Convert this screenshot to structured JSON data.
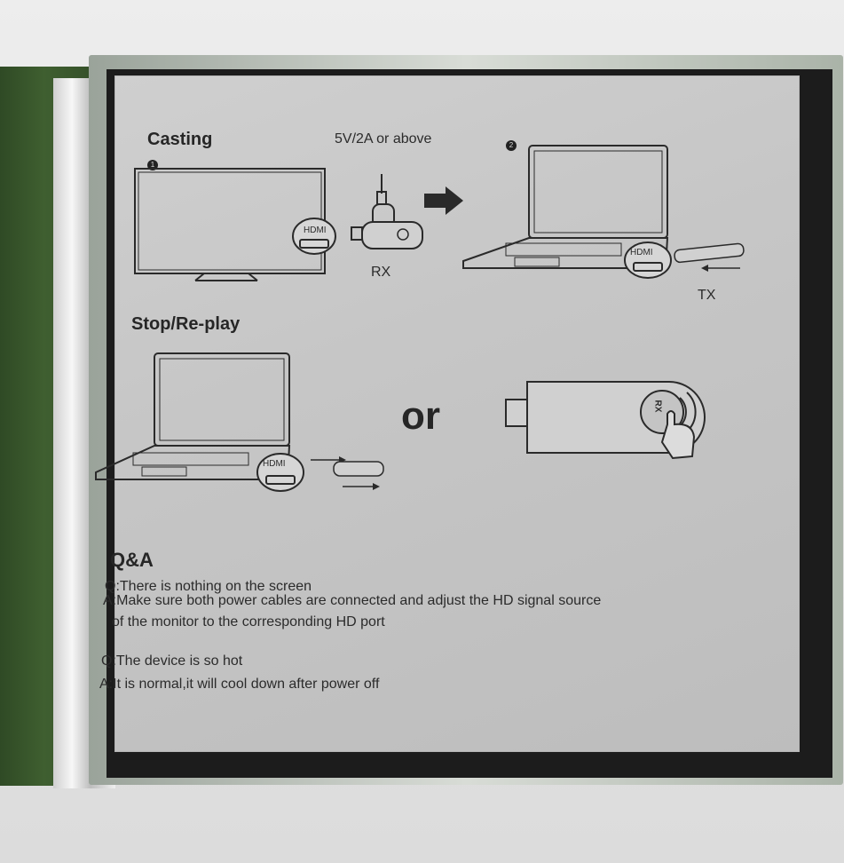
{
  "card": {
    "casting_heading": "Casting",
    "power_note": "5V/2A or above",
    "step1": "1",
    "step2": "2",
    "rx_label": "RX",
    "tx_label": "TX",
    "hdmi_tv": "HDMI",
    "hdmi_laptop_top": "HDMI",
    "hdmi_laptop_bottom": "HDMI",
    "stop_heading": "Stop/Re-play",
    "or_text": "or",
    "button_label": "RX",
    "qa_heading": "Q&A",
    "q1": "Q:There is nothing on the screen",
    "a1_line1": "A:Make sure both power cables are connected and adjust the HD signal source",
    "a1_line2": "of the monitor to the corresponding HD port",
    "q2": "Q:The device is so hot",
    "a2": "A:It is normal,it will cool down after power off"
  },
  "icons": [
    "tv-icon",
    "rx-dongle-icon",
    "arrow-right-icon",
    "laptop-icon",
    "tx-dongle-icon",
    "finger-press-icon"
  ]
}
